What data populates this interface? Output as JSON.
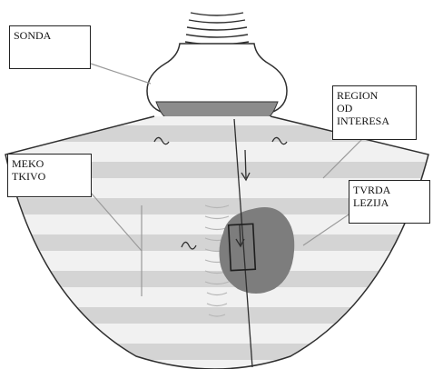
{
  "labels": {
    "probe": "SONDA",
    "soft_tissue": [
      "MEKO",
      "TKIVO"
    ],
    "region_of_interest": [
      "REGION",
      "OD",
      "INTERESA"
    ],
    "hard_lesion": [
      "TVRDA",
      "LEZIJA"
    ]
  },
  "colors": {
    "outline": "#2f2f2f",
    "stripe": "#d4d4d4",
    "band": "#f1f1f1",
    "lesion": "#7d7d7d",
    "probe_tip": "#8c8c8c",
    "leader": "#9a9a9a"
  }
}
